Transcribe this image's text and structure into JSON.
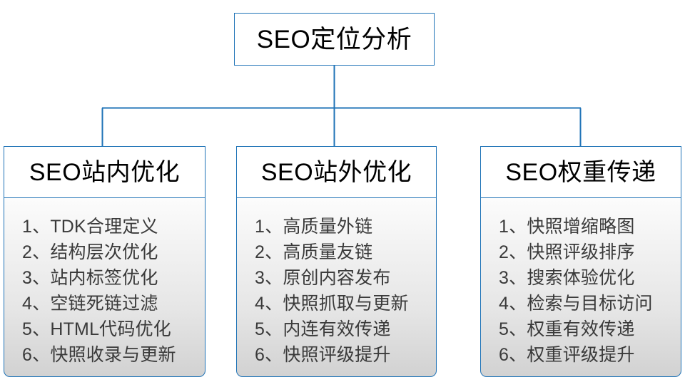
{
  "diagram": {
    "type": "org-tree",
    "accent_color": "#1F73B7",
    "body_gradient_from": "#fcfcfc",
    "body_gradient_to": "#d2d2d2",
    "text_color": "#000000",
    "list_text_color": "#3a3a3a",
    "root": {
      "label": "SEO定位分析"
    },
    "separator": "、",
    "columns": [
      {
        "header": "SEO站内优化",
        "items": [
          {
            "index": "1",
            "text": "TDK合理定义"
          },
          {
            "index": "2",
            "text": "结构层次优化"
          },
          {
            "index": "3",
            "text": "站内标签优化"
          },
          {
            "index": "4",
            "text": "空链死链过滤"
          },
          {
            "index": "5",
            "text": "HTML代码优化"
          },
          {
            "index": "6",
            "text": "快照收录与更新"
          }
        ]
      },
      {
        "header": "SEO站外优化",
        "items": [
          {
            "index": "1",
            "text": "高质量外链"
          },
          {
            "index": "2",
            "text": "高质量友链"
          },
          {
            "index": "3",
            "text": "原创内容发布"
          },
          {
            "index": "4",
            "text": "快照抓取与更新"
          },
          {
            "index": "5",
            "text": "内连有效传递"
          },
          {
            "index": "6",
            "text": "快照评级提升"
          }
        ]
      },
      {
        "header": "SEO权重传递",
        "items": [
          {
            "index": "1",
            "text": "快照增缩略图"
          },
          {
            "index": "2",
            "text": "快照评级排序"
          },
          {
            "index": "3",
            "text": "搜索体验优化"
          },
          {
            "index": "4",
            "text": "检索与目标访问"
          },
          {
            "index": "5",
            "text": "权重有效传递"
          },
          {
            "index": "6",
            "text": "权重评级提升"
          }
        ]
      }
    ]
  }
}
